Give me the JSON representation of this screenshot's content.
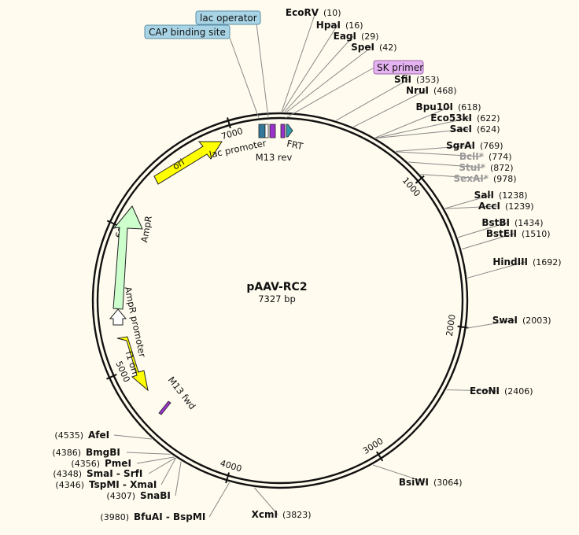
{
  "plasmid": {
    "name": "pAAV-RC2",
    "length_label": "7327 bp",
    "total_bp": 7327
  },
  "ticks": [
    {
      "bp": 1000,
      "label": "1000"
    },
    {
      "bp": 2000,
      "label": "2000"
    },
    {
      "bp": 3000,
      "label": "3000"
    },
    {
      "bp": 4000,
      "label": "4000"
    },
    {
      "bp": 5000,
      "label": "5000"
    },
    {
      "bp": 6000,
      "label": "6000"
    },
    {
      "bp": 7000,
      "label": "7000"
    }
  ],
  "sites_right": [
    {
      "name": "EcoRV",
      "pos": "(10)",
      "bp": 10,
      "grey": false
    },
    {
      "name": "HpaI",
      "pos": "(16)",
      "bp": 16,
      "grey": false
    },
    {
      "name": "EagI",
      "pos": "(29)",
      "bp": 29,
      "grey": false
    },
    {
      "name": "SpeI",
      "pos": "(42)",
      "bp": 42,
      "grey": false
    },
    {
      "name": "SfiI",
      "pos": "(353)",
      "bp": 353,
      "grey": false
    },
    {
      "name": "NruI",
      "pos": "(468)",
      "bp": 468,
      "grey": false
    },
    {
      "name": "Bpu10I",
      "pos": "(618)",
      "bp": 618,
      "grey": false
    },
    {
      "name": "Eco53kI",
      "pos": "(622)",
      "bp": 622,
      "grey": false
    },
    {
      "name": "SacI",
      "pos": "(624)",
      "bp": 624,
      "grey": false
    },
    {
      "name": "SgrAI",
      "pos": "(769)",
      "bp": 769,
      "grey": false
    },
    {
      "name": "BclI*",
      "pos": "(774)",
      "bp": 774,
      "grey": true
    },
    {
      "name": "StuI*",
      "pos": "(872)",
      "bp": 872,
      "grey": true
    },
    {
      "name": "SexAI*",
      "pos": "(978)",
      "bp": 978,
      "grey": true
    },
    {
      "name": "SalI",
      "pos": "(1238)",
      "bp": 1238,
      "grey": false
    },
    {
      "name": "AccI",
      "pos": "(1239)",
      "bp": 1239,
      "grey": false
    },
    {
      "name": "BstBI",
      "pos": "(1434)",
      "bp": 1434,
      "grey": false
    },
    {
      "name": "BstEII",
      "pos": "(1510)",
      "bp": 1510,
      "grey": false
    },
    {
      "name": "HindIII",
      "pos": "(1692)",
      "bp": 1692,
      "grey": false
    },
    {
      "name": "SwaI",
      "pos": "(2003)",
      "bp": 2003,
      "grey": false
    },
    {
      "name": "EcoNI",
      "pos": "(2406)",
      "bp": 2406,
      "grey": false
    },
    {
      "name": "BsiWI",
      "pos": "(3064)",
      "bp": 3064,
      "grey": false
    },
    {
      "name": "XcmI",
      "pos": "(3823)",
      "bp": 3823,
      "grey": false
    }
  ],
  "sites_left": [
    {
      "name": "AfeI",
      "pos": "(4535)",
      "bp": 4535
    },
    {
      "name": "BmgBI",
      "pos": "(4386)",
      "bp": 4386
    },
    {
      "name": "PmeI",
      "pos": "(4356)",
      "bp": 4356
    },
    {
      "name": "SmaI - SrfI",
      "pos": "(4348)",
      "bp": 4348
    },
    {
      "name": "TspMI - XmaI",
      "pos": "(4346)",
      "bp": 4346
    },
    {
      "name": "SnaBI",
      "pos": "(4307)",
      "bp": 4307
    },
    {
      "name": "BfuAI - BspMI",
      "pos": "(3980)",
      "bp": 3980
    }
  ],
  "features": [
    {
      "name": "ori",
      "color": "#ffff00"
    },
    {
      "name": "AmpR",
      "color": "#ccffcc"
    },
    {
      "name": "AmpR promoter",
      "color": "#ffffff"
    },
    {
      "name": "f1 ori",
      "color": "#ffff00"
    },
    {
      "name": "M13 fwd",
      "color": "#9933cc"
    },
    {
      "name": "lac promoter",
      "color": "#337799"
    },
    {
      "name": "M13 rev",
      "color": "#9933cc"
    },
    {
      "name": "FRT",
      "color": "#3399aa"
    }
  ],
  "boxed_labels": [
    {
      "name": "lac operator",
      "color": "#a8d4e6"
    },
    {
      "name": "CAP binding site",
      "color": "#a8d4e6"
    },
    {
      "name": "SK primer",
      "color": "#e6b3f2"
    }
  ]
}
